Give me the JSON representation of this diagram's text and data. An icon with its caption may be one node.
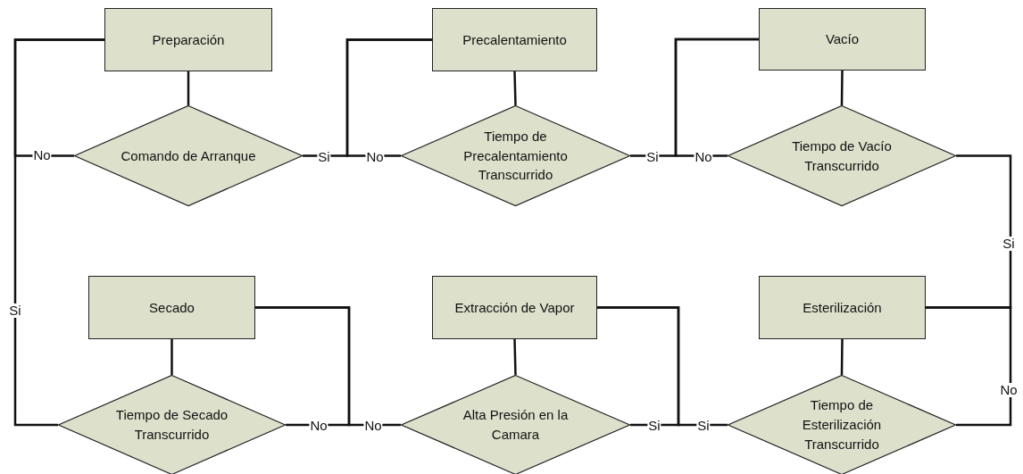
{
  "diagram": {
    "nodes": [
      {
        "text": [
          "Preparación"
        ]
      },
      {
        "text": [
          "Precalentamiento"
        ]
      },
      {
        "text": [
          "Vacío"
        ]
      },
      {
        "text": [
          "Comando de Arranque"
        ]
      },
      {
        "text": [
          "Tiempo de Precalentamiento Transcurrido"
        ]
      },
      {
        "text": [
          "Tiempo de Vacío Transcurrido"
        ]
      },
      {
        "text": [
          "Secado"
        ]
      },
      {
        "text": [
          "Extracción de Vapor"
        ]
      },
      {
        "text": [
          "Esterilización"
        ]
      },
      {
        "text": [
          "Tiempo de Secado Transcurrido"
        ]
      },
      {
        "text": [
          "Alta Presión en la Camara"
        ]
      },
      {
        "text": [
          "Tiempo de Esterilización Transcurrido"
        ]
      }
    ],
    "edges": [
      {
        "from": 0,
        "to": 3,
        "arrow": "none"
      },
      {
        "from": 1,
        "to": 4,
        "arrow": "none"
      },
      {
        "from": 2,
        "to": 5,
        "arrow": "none"
      },
      {
        "from": 6,
        "to": 9,
        "arrow": "none"
      },
      {
        "from": 7,
        "to": 10,
        "arrow": "none"
      },
      {
        "from": 8,
        "to": 11,
        "arrow": "none"
      },
      {
        "from": 3,
        "to": 0,
        "arrow": "none",
        "label": "No"
      },
      {
        "from": 3,
        "to": 1,
        "arrow": "none",
        "label": "Si"
      },
      {
        "from": 4,
        "to": 1,
        "arrow": "none",
        "label": "No"
      },
      {
        "from": 4,
        "to": 2,
        "arrow": "none",
        "label": "Si"
      },
      {
        "from": 5,
        "to": 2,
        "arrow": "none",
        "label": "No"
      },
      {
        "from": 5,
        "to": 8,
        "arrow": "none",
        "label": "Si"
      },
      {
        "from": 11,
        "to": 8,
        "arrow": "none",
        "label": "No"
      },
      {
        "from": 11,
        "to": 7,
        "arrow": "none",
        "label": "Si"
      },
      {
        "from": 10,
        "to": 7,
        "arrow": "none",
        "label": "Si"
      },
      {
        "from": 10,
        "to": 6,
        "arrow": "none",
        "label": "No"
      },
      {
        "from": 9,
        "to": 6,
        "arrow": "none",
        "label": "No"
      },
      {
        "from": 9,
        "to": 0,
        "arrow": "none",
        "label": "Si"
      }
    ]
  }
}
